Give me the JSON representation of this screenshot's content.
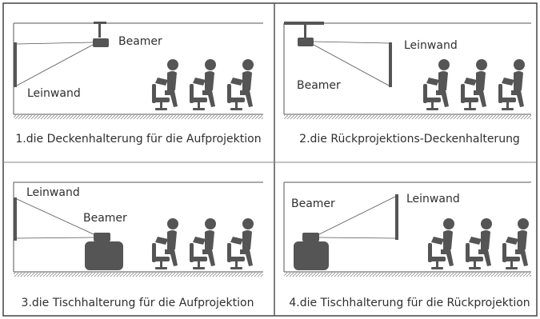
{
  "panels": [
    {
      "caption": "1.die Deckenhalterung für die Aufprojektion",
      "projector_label": "Beamer",
      "screen_label": "Leinwand"
    },
    {
      "caption": "2.die Rückprojektions-Deckenhalterung",
      "projector_label": "Beamer",
      "screen_label": "Leinwand"
    },
    {
      "caption": "3.die Tischhalterung für die Aufprojektion",
      "projector_label": "Beamer",
      "screen_label": "Leinwand"
    },
    {
      "caption": "4.die Tischhalterung für die Rückprojektion",
      "projector_label": "Beamer",
      "screen_label": "Leinwand"
    }
  ],
  "colors": {
    "ink": "#555555",
    "frame": "#444444",
    "divider": "#888888",
    "floor_hatch": "#777777",
    "background": "#ffffff"
  }
}
